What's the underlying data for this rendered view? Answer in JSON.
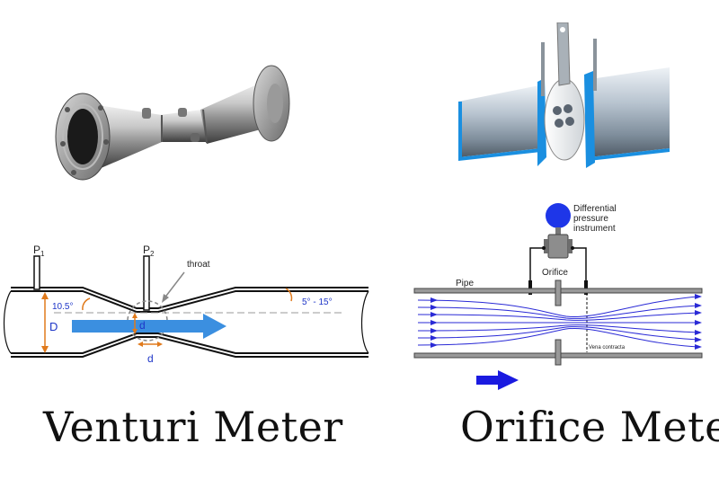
{
  "venturi": {
    "title": "Venturi Meter",
    "p1_label": "P",
    "p1_sub": "1",
    "p2_label": "P",
    "p2_sub": "2",
    "throat_label": "throat",
    "inlet_angle": "10.5°",
    "outlet_angle": "5° - 15°",
    "pipe_diameter": "D",
    "throat_diameter": "d",
    "throat_diameter_bottom": "d"
  },
  "orifice": {
    "title": "Orifice Meter",
    "instrument_label_line1": "Differential",
    "instrument_label_line2": "pressure",
    "instrument_label_line3": "instrument",
    "pipe_label": "Pipe",
    "orifice_label": "Orifice",
    "vena_label": "Vena contracta"
  },
  "colors": {
    "flow_blue": "#3b8fe0",
    "orange": "#e07a1c",
    "streamline": "#2a2ad6",
    "instrument_blue": "#1e36e8",
    "pipe_edge": "#1a8fe0"
  }
}
